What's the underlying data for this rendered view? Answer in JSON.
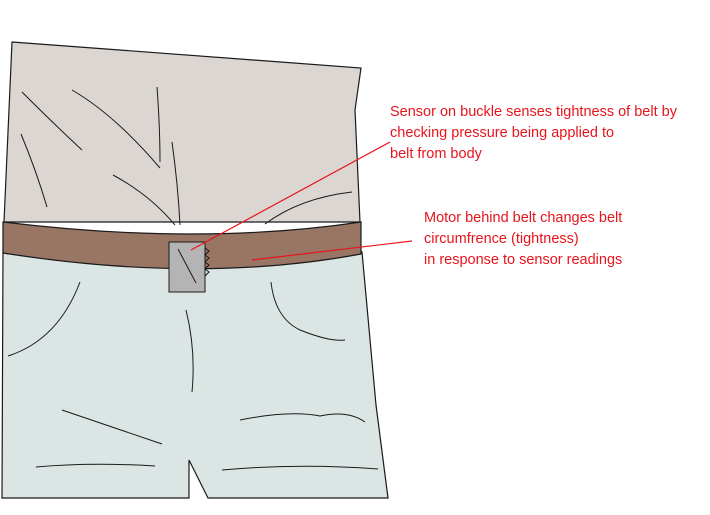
{
  "annotations": {
    "sensor": {
      "line1": "Sensor on buckle senses tightness of belt by",
      "line2": "checking pressure being applied to",
      "line3": "belt from body"
    },
    "motor": {
      "line1": "Motor behind belt changes belt",
      "line2": "circumfrence (tightness)",
      "line3": "in response to sensor readings"
    }
  },
  "colors": {
    "shirt": "#dcd6d2",
    "belt": "#997564",
    "buckle": "#b4b4b4",
    "shorts": "#dbe5e4",
    "annotation": "#e8141c",
    "outline": "#1a1a1a"
  }
}
